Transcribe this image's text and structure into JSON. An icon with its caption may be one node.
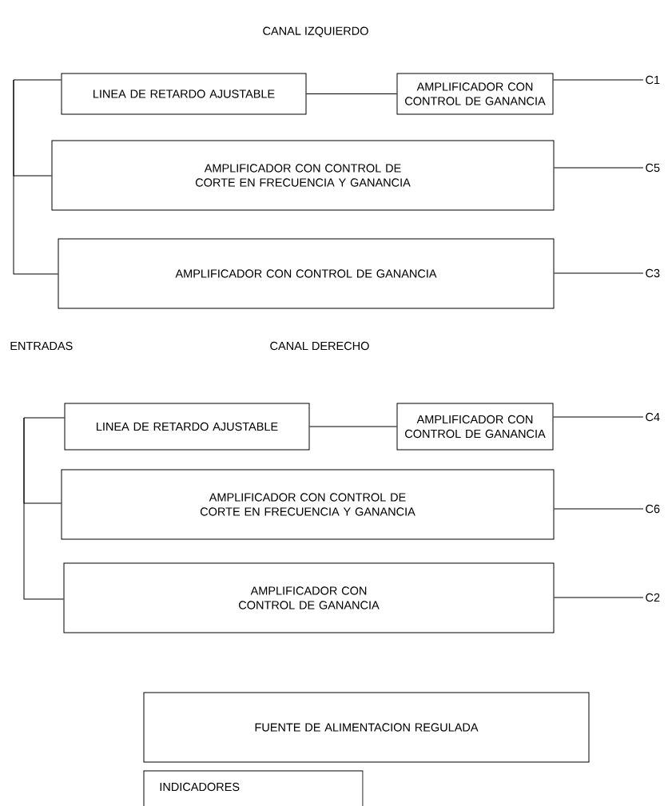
{
  "diagram": {
    "nodes": [
      {
        "text": [
          "LINEA DE RETARDO AJUSTABLE"
        ]
      },
      {
        "text": [
          "AMPLIFICADOR CON CONTROL DE GANANCIA"
        ]
      },
      {
        "text": [
          "C1"
        ]
      },
      {
        "text": [
          "AMPLIFICADOR CON CONTROL DE CORTE EN FRECUENCIA Y GANANCIA"
        ]
      },
      {
        "text": [
          "C5"
        ]
      },
      {
        "text": [
          "AMPLIFICADOR CON CONTROL DE GANANCIA"
        ]
      },
      {
        "text": [
          "C3"
        ]
      },
      {
        "text": [
          "LINEA DE RETARDO AJUSTABLE"
        ]
      },
      {
        "text": [
          "AMPLIFICADOR CON CONTROL DE GANANCIA"
        ]
      },
      {
        "text": [
          "C4"
        ]
      },
      {
        "text": [
          "AMPLIFICADOR CON CONTROL DE CORTE EN FRECUENCIA Y GANANCIA"
        ]
      },
      {
        "text": [
          "C6"
        ]
      },
      {
        "text": [
          "AMPLIFICADOR CON CONTROL DE GANANCIA"
        ]
      },
      {
        "text": [
          "C2"
        ]
      },
      {
        "text": [
          "FUENTE DE ALIMENTACION REGULADA"
        ]
      },
      {
        "text": [
          "INDICADORES"
        ]
      }
    ],
    "edges": [
      {
        "from": null,
        "to": 0,
        "arrow": "none"
      },
      {
        "from": null,
        "to": 3,
        "arrow": "none"
      },
      {
        "from": null,
        "to": 5,
        "arrow": "none"
      },
      {
        "from": 0,
        "to": 1,
        "arrow": "none"
      },
      {
        "from": 1,
        "to": 2,
        "arrow": "none"
      },
      {
        "from": 3,
        "to": 4,
        "arrow": "none"
      },
      {
        "from": 5,
        "to": 6,
        "arrow": "none"
      },
      {
        "from": null,
        "to": 7,
        "arrow": "none"
      },
      {
        "from": null,
        "to": 10,
        "arrow": "none"
      },
      {
        "from": null,
        "to": 12,
        "arrow": "none"
      },
      {
        "from": 7,
        "to": 8,
        "arrow": "none"
      },
      {
        "from": 8,
        "to": 9,
        "arrow": "none"
      },
      {
        "from": 10,
        "to": 11,
        "arrow": "none"
      },
      {
        "from": 12,
        "to": 13,
        "arrow": "none"
      }
    ],
    "labels": [
      "CANAL IZQUIERDO",
      "ENTRADAS",
      "CANAL DERECHO"
    ]
  }
}
